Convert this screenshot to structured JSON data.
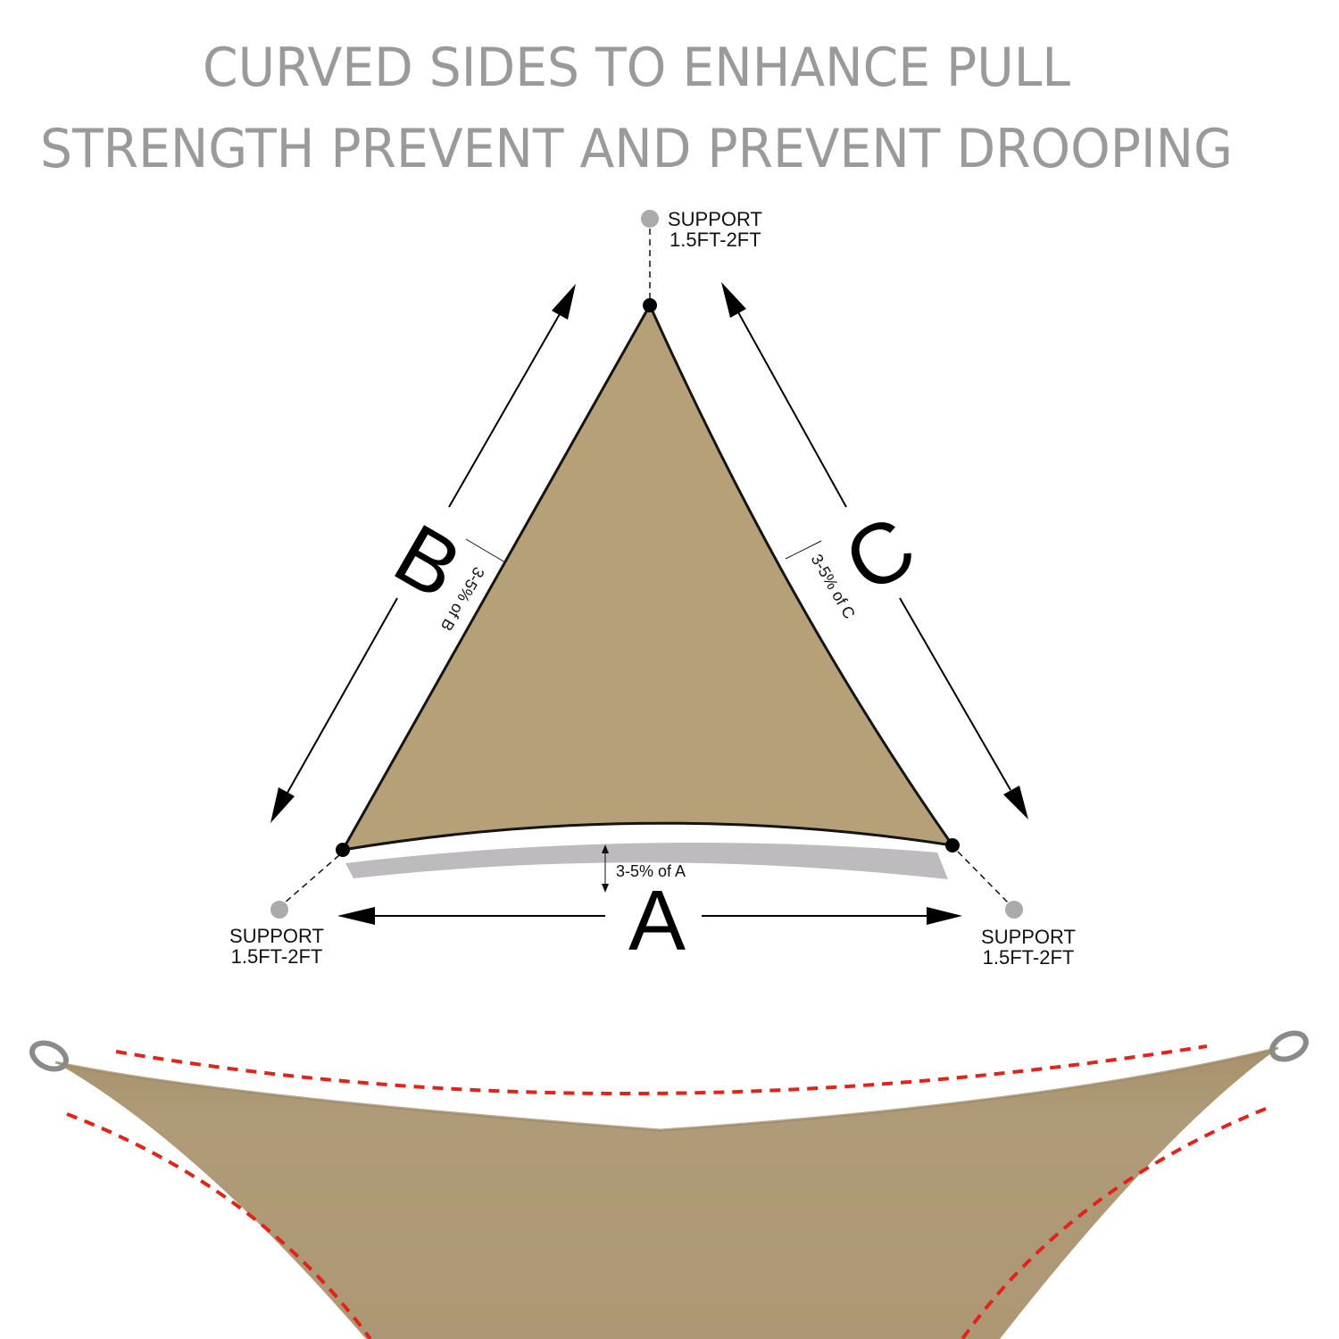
{
  "headline": {
    "line1": "CURVED SIDES TO ENHANCE PULL",
    "line2": "STRENGTH PREVENT AND PREVENT DROOPING"
  },
  "supports": {
    "top": {
      "line1": "SUPPORT",
      "line2": "1.5FT-2FT"
    },
    "left": {
      "line1": "SUPPORT",
      "line2": "1.5FT-2FT"
    },
    "right": {
      "line1": "SUPPORT",
      "line2": "1.5FT-2FT"
    }
  },
  "sides": {
    "a": {
      "letter": "A",
      "curve_label": "3-5% of A"
    },
    "b": {
      "letter": "B",
      "curve_label": "3-5% of B"
    },
    "c": {
      "letter": "C",
      "curve_label": "3-5% of C"
    }
  },
  "colors": {
    "sail": "#b5a078",
    "sail_photo": "#b09a78",
    "shadow": "#bdbbbd",
    "headline": "#9a9a9a",
    "support_dot": "#aaaaaa",
    "dashed_guide": "#e2231a"
  }
}
